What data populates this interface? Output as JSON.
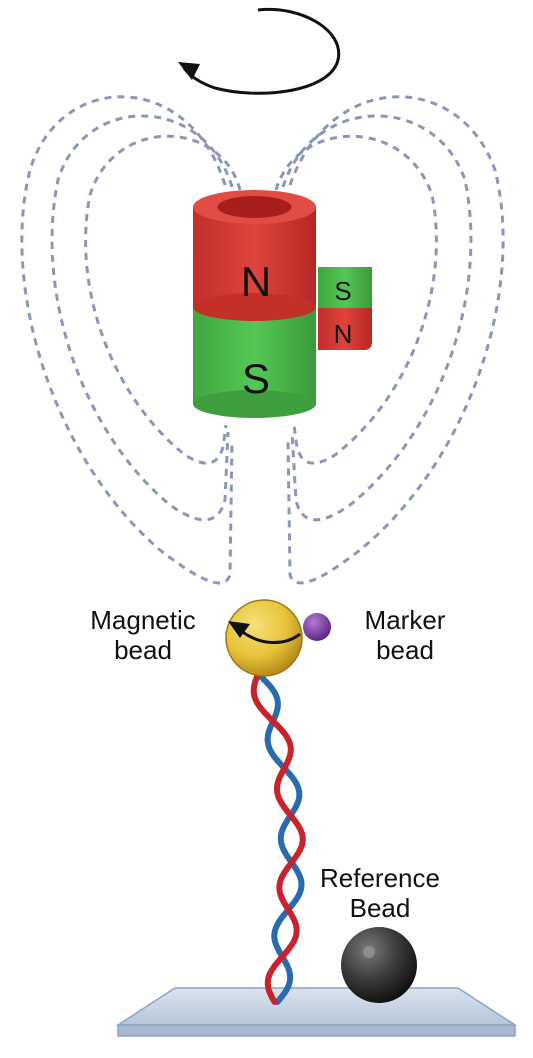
{
  "magnet_large": {
    "top_pole": "N",
    "bottom_pole": "S"
  },
  "magnet_small": {
    "top_pole": "S",
    "bottom_pole": "N"
  },
  "labels": {
    "magnetic_bead_line1": "Magnetic",
    "magnetic_bead_line2": "bead",
    "marker_bead_line1": "Marker",
    "marker_bead_line2": "bead",
    "reference_bead_line1": "Reference",
    "reference_bead_line2": "Bead"
  },
  "colors": {
    "north": "#d63b35",
    "south": "#4cbb4c",
    "field_lines": "#8a96b8",
    "magnetic_bead": "#e8c33a",
    "marker_bead": "#7b3fa5",
    "reference_bead": "#3a3a3a",
    "dna_strand_a": "#c8232c",
    "dna_strand_b": "#2a6bb0",
    "surface": "#c9d6e6"
  },
  "icons": {
    "rotation": "curved-arrow-icon",
    "bead_rotation": "curved-arrow-icon"
  }
}
